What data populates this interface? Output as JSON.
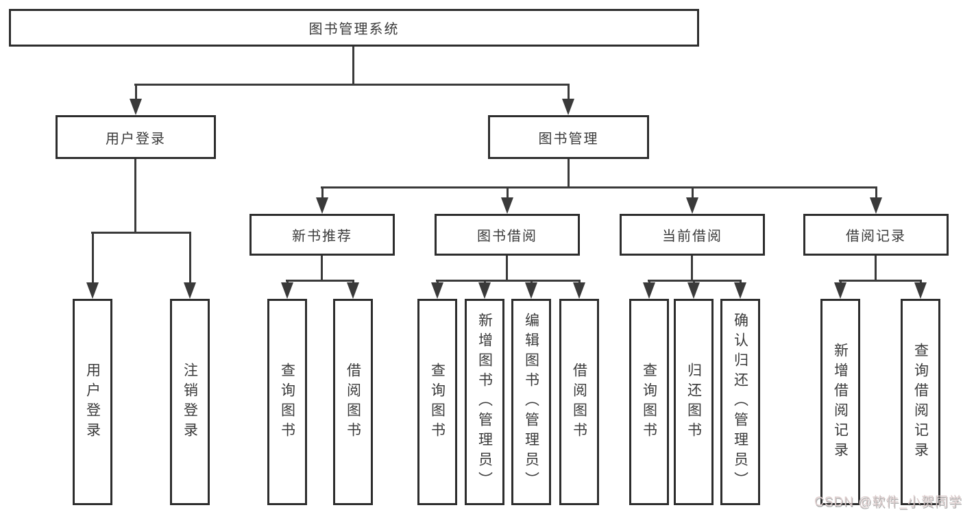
{
  "diagram_type": "hierarchy-tree",
  "tree": {
    "root": {
      "label": "图书管理系统"
    },
    "branches": [
      {
        "label": "用户登录",
        "children": [
          {
            "label": "用户登录"
          },
          {
            "label": "注销登录"
          }
        ]
      },
      {
        "label": "图书管理",
        "children": [
          {
            "label": "新书推荐",
            "children": [
              {
                "label": "查询图书"
              },
              {
                "label": "借阅图书"
              }
            ]
          },
          {
            "label": "图书借阅",
            "children": [
              {
                "label": "查询图书"
              },
              {
                "label": "新增图书（管理员）"
              },
              {
                "label": "编辑图书（管理员）"
              },
              {
                "label": "借阅图书"
              }
            ]
          },
          {
            "label": "当前借阅",
            "children": [
              {
                "label": "查询图书"
              },
              {
                "label": "归还图书"
              },
              {
                "label": "确认归还（管理员）"
              }
            ]
          },
          {
            "label": "借阅记录",
            "children": [
              {
                "label": "新增借阅记录"
              },
              {
                "label": "查询借阅记录"
              }
            ]
          }
        ]
      }
    ]
  },
  "watermark": {
    "text": "CSDN @软件_小贺同学"
  },
  "colors": {
    "line": "#3a3a3a",
    "box_border": "#2d2d2d",
    "text": "#3a3a3a",
    "background": "#ffffff",
    "watermark_text": "#dccccc"
  }
}
